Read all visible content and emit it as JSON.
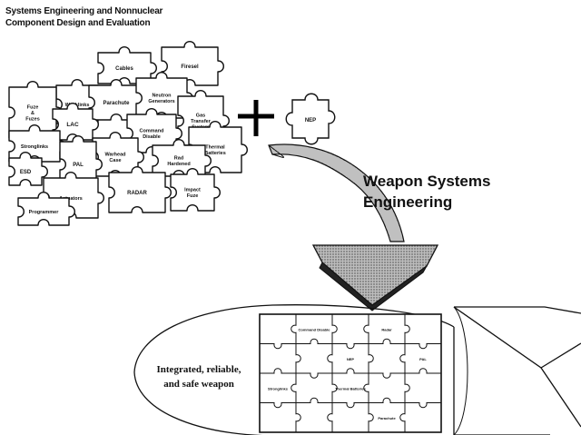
{
  "title": {
    "line1": "Systems Engineering and Nonnuclear",
    "line2": "Component Design and Evaluation"
  },
  "components": [
    "Cables",
    "Firesel",
    "Weaklinks",
    "Parachute",
    "Neutron Generators",
    "Fuze & Fuzes",
    "LAC",
    "Gas Transfer System",
    "Command Disable",
    "Stronglinks",
    "Thermal Batteries",
    "Warhead Case",
    "Rad Hardened",
    "PAL",
    "ESD",
    "RADAR",
    "Impact Fuze",
    "Actuators",
    "Programmer"
  ],
  "nep_label": "NEP",
  "plus_symbol": "+",
  "process": {
    "line1": "Weapon Systems",
    "line2": "Engineering"
  },
  "result": {
    "line1": "Integrated, reliable,",
    "line2": "and safe weapon"
  },
  "assembled_labels": [
    "Command Disable",
    "Radar",
    "NEP",
    "Stronglinks",
    "Thermal Batteries",
    "PAL",
    "Parachute"
  ]
}
